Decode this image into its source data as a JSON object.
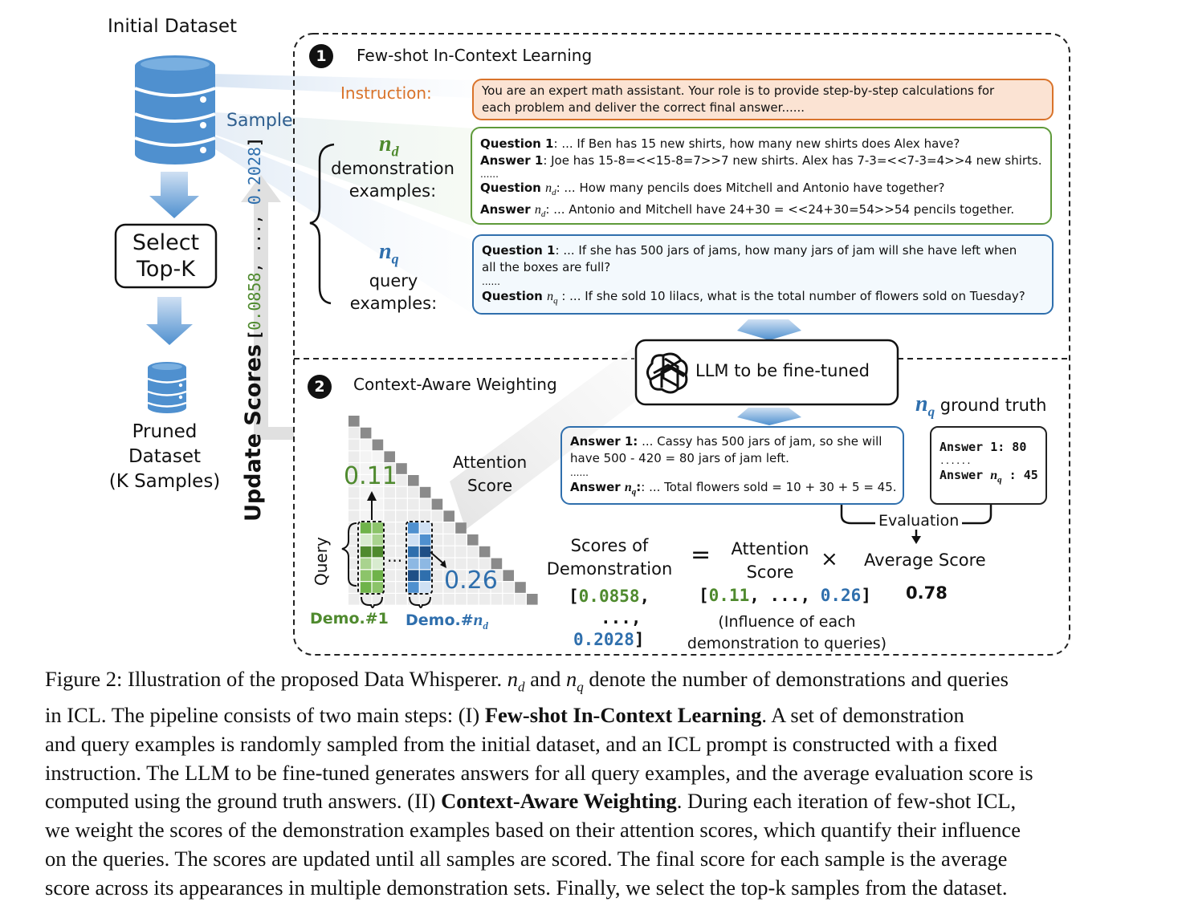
{
  "left_panel": {
    "initial_dataset": "Initial Dataset",
    "sample": "Sample",
    "select_top_k": [
      "Select",
      "Top-K"
    ],
    "pruned_dataset": [
      "Pruned",
      "Dataset",
      "(K Samples)"
    ],
    "update_scores": "Update Scores",
    "update_scores_list": {
      "open": "[",
      "first": "0.0858",
      "sep": ", ..., ",
      "last": "0.2028",
      "close": "]"
    }
  },
  "step1": {
    "number": "1",
    "title": "Few-shot In-Context Learning",
    "instruction_label": "Instruction:",
    "instruction_text": [
      "You are an expert math assistant. Your role is to provide step-by-step calculations for",
      "each problem and deliver the correct final answer......"
    ],
    "nd_symbol": "n",
    "nd_sub": "d",
    "nd_label": [
      "demonstration",
      "examples:"
    ],
    "nq_symbol": "n",
    "nq_sub": "q",
    "nq_label": [
      "query",
      "examples:"
    ],
    "demo_box": {
      "q1_label": "Question 1",
      "q1_text": ": ... If Ben has 15 new shirts, how many new shirts does Alex have?",
      "a1_label": "Answer 1",
      "a1_text": ": Joe has 15-8=<<15-8=7>>7 new shirts. Alex has 7-3=<<7-3=4>>4 new shirts.",
      "ellipsis": "......",
      "qn_label": "Question ",
      "qn_text": ": ... How many pencils does Mitchell and Antonio have together?",
      "an_label": "Answer ",
      "an_text": ": ... Antonio and Mitchell have 24+30 = <<24+30=54>>54 pencils together."
    },
    "query_box": {
      "q1_label": "Question 1",
      "q1_text": ": ... If she has 500 jars of jams, how many jars of jam will she have left when",
      "q1_text2": "all the boxes are full?",
      "ellipsis": "......",
      "qn_label": "Question ",
      "qn_text": " : ... If she sold 10 lilacs, what is the total number of flowers sold on Tuesday?"
    }
  },
  "llm_label": "LLM to be fine-tuned",
  "step2": {
    "number": "2",
    "title": "Context-Aware Weighting",
    "attention_score": [
      "Attention",
      "Score"
    ],
    "val_green": "0.11",
    "val_blue": "0.26",
    "query_label": "Query",
    "demo1": "Demo.#1",
    "demond": "Demo.#",
    "answer_box": {
      "a1_label": "Answer 1:",
      "a1_text": " ... Cassy has 500 jars of jam, so she will",
      "a1_text2": "have 500 - 420 = 80 jars of jam left.",
      "ellipsis": "......",
      "an_label": "Answer ",
      "an_text": ": ... Total flowers sold = 10 + 30 + 5 = 45."
    },
    "ground_truth_title": " ground truth",
    "gt_box": {
      "a1": "Answer 1: 80",
      "ellipsis": "......",
      "an_label": "Answer ",
      "an_value": " : 45"
    },
    "evaluation": "Evaluation",
    "scores_of_demo": [
      "Scores of",
      "Demonstration"
    ],
    "scores_list": {
      "first": "0.0858",
      "mid": "...,",
      "last": "0.2028"
    },
    "equals": "=",
    "times": "×",
    "attn_score_formula": [
      "Attention",
      "Score"
    ],
    "attn_list": {
      "first": "0.11",
      "sep": ", ..., ",
      "last": "0.26"
    },
    "influence": [
      "(Influence of each",
      "demonstration to queries)"
    ],
    "average_score": "Average Score",
    "average_value": "0.78"
  },
  "caption_lines": [
    "Figure 2: Illustration of the proposed Data Whisperer. n_d and n_q denote the number of demonstrations and queries",
    "in ICL. The pipeline consists of two main steps: (I) Few-shot In-Context Learning. A set of demonstration",
    "and query examples is randomly sampled from the initial dataset, and an ICL prompt is constructed with a fixed",
    "instruction. The LLM to be fine-tuned generates answers for all query examples, and the average evaluation score is",
    "computed using the ground truth answers. (II) Context-Aware Weighting. During each iteration of few-shot ICL,",
    "we weight the scores of the demonstration examples based on their attention scores, which quantify their influence",
    "on the queries. The scores are updated until all samples are scored. The final score for each sample is the average",
    "score across its appearances in multiple demonstration sets. Finally, we select the top-k samples from the dataset."
  ],
  "caption": {
    "l1a": "Figure 2: Illustration of the proposed Data Whisperer. ",
    "l1b": " and ",
    "l1c": " denote the number of demonstrations and queries",
    "l2a": "in ICL. The pipeline consists of two main steps: (I) ",
    "l2b": "Few-shot In-Context Learning",
    "l2c": ".  A set of demonstration",
    "l3": "and query examples is randomly sampled from the initial dataset, and an ICL prompt is constructed with a fixed",
    "l4": "instruction. The LLM to be fine-tuned generates answers for all query examples, and the average evaluation score is",
    "l5a": "computed using the ground truth answers. (II) ",
    "l5b": "Context-Aware Weighting",
    "l5c": ". During each iteration of few-shot ICL,",
    "l6": "we weight the scores of the demonstration examples based on their attention scores, which quantify their influence",
    "l7": "on the queries. The scores are updated until all samples are scored. The final score for each sample is the average",
    "l8": "score across its appearances in multiple demonstration sets. Finally, we select the top-k samples from the dataset."
  },
  "colors": {
    "instruction_border": "#d9732a",
    "instruction_fill": "#fbe3d3",
    "demo_border": "#5e9a3a",
    "query_border": "#2f6fad",
    "db_blue": "#4f90cf",
    "green": "#4f8a2e",
    "blue": "#2f6fad"
  }
}
